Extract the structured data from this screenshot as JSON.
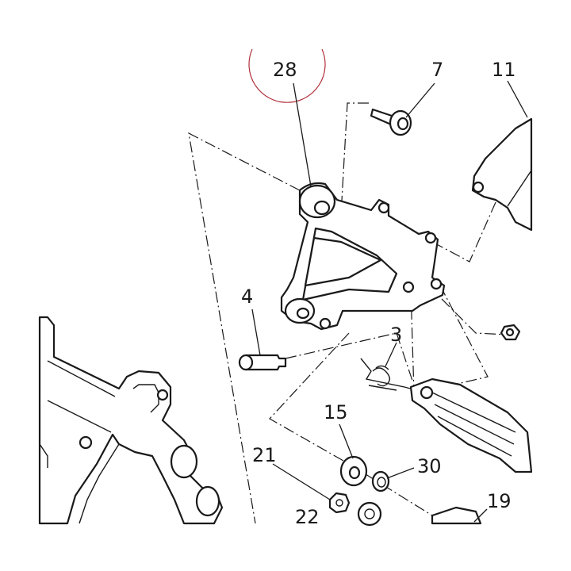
{
  "callouts": {
    "c28": "28",
    "c7": "7",
    "c11": "11",
    "c4": "4",
    "c3": "3",
    "c15": "15",
    "c21": "21",
    "c30": "30",
    "c19": "19",
    "c22": "22"
  },
  "colors": {
    "line": "#1a1a1a",
    "highlight_circle": "#b0303a",
    "background": "#ffffff"
  }
}
